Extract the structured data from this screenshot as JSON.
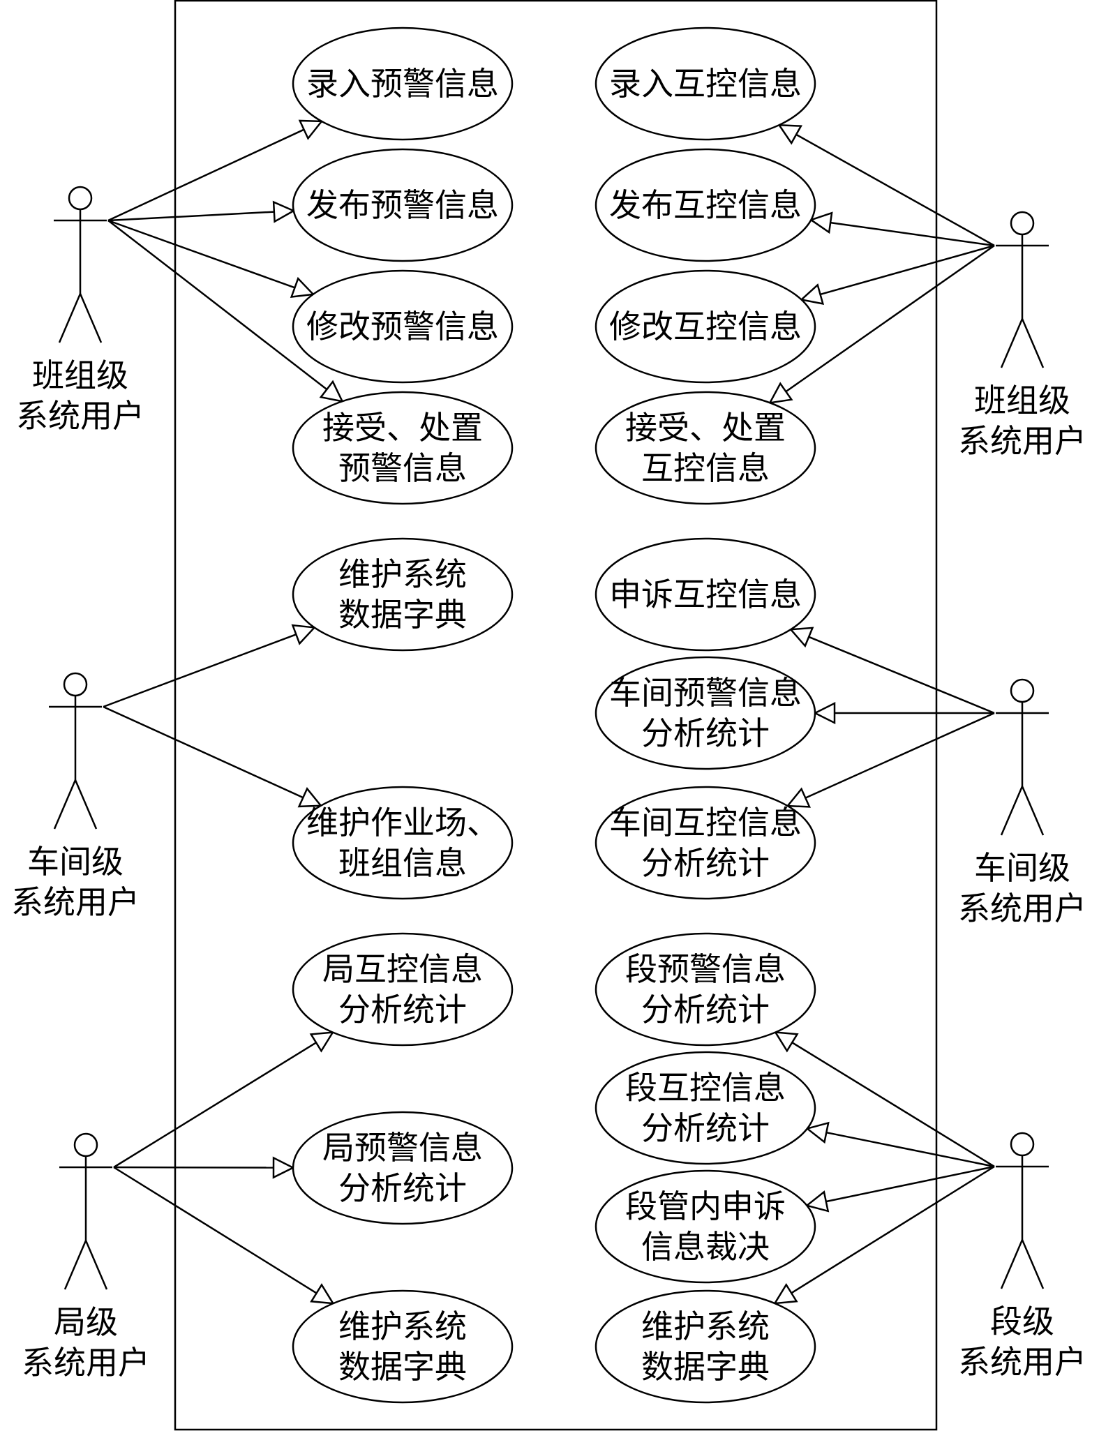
{
  "actors": {
    "banzu_left": {
      "lines": [
        "班组级",
        "系统用户"
      ]
    },
    "chejian_left": {
      "lines": [
        "车间级",
        "系统用户"
      ]
    },
    "ju": {
      "lines": [
        "局级",
        "系统用户"
      ]
    },
    "banzu_right": {
      "lines": [
        "班组级",
        "系统用户"
      ]
    },
    "chejian_right": {
      "lines": [
        "车间级",
        "系统用户"
      ]
    },
    "duan": {
      "lines": [
        "段级",
        "系统用户"
      ]
    }
  },
  "use_cases": {
    "lu_yujing": {
      "lines": [
        "录入预警信息"
      ]
    },
    "fabu_yujing": {
      "lines": [
        "发布预警信息"
      ]
    },
    "xiugai_yujing": {
      "lines": [
        "修改预警信息"
      ]
    },
    "jieshou_yujing": {
      "lines": [
        "接受、处置",
        "预警信息"
      ]
    },
    "weihu_zidian_1": {
      "lines": [
        "维护系统",
        "数据字典"
      ]
    },
    "weihu_zuoye": {
      "lines": [
        "维护作业场、",
        "班组信息"
      ]
    },
    "ju_hukong": {
      "lines": [
        "局互控信息",
        "分析统计"
      ]
    },
    "ju_yujing": {
      "lines": [
        "局预警信息",
        "分析统计"
      ]
    },
    "weihu_zidian_2": {
      "lines": [
        "维护系统",
        "数据字典"
      ]
    },
    "lu_hukong": {
      "lines": [
        "录入互控信息"
      ]
    },
    "fabu_hukong": {
      "lines": [
        "发布互控信息"
      ]
    },
    "xiugai_hukong": {
      "lines": [
        "修改互控信息"
      ]
    },
    "jieshou_hukong": {
      "lines": [
        "接受、处置",
        "互控信息"
      ]
    },
    "shensu_hukong": {
      "lines": [
        "申诉互控信息"
      ]
    },
    "chejian_yujing": {
      "lines": [
        "车间预警信息",
        "分析统计"
      ]
    },
    "chejian_hukong": {
      "lines": [
        "车间互控信息",
        "分析统计"
      ]
    },
    "duan_yujing": {
      "lines": [
        "段预警信息",
        "分析统计"
      ]
    },
    "duan_hukong": {
      "lines": [
        "段互控信息",
        "分析统计"
      ]
    },
    "duan_shensu": {
      "lines": [
        "段管内申诉",
        "信息裁决"
      ]
    },
    "weihu_zidian_3": {
      "lines": [
        "维护系统",
        "数据字典"
      ]
    }
  },
  "associations": [
    {
      "from": "banzu_left",
      "to": "lu_yujing"
    },
    {
      "from": "banzu_left",
      "to": "fabu_yujing"
    },
    {
      "from": "banzu_left",
      "to": "xiugai_yujing"
    },
    {
      "from": "banzu_left",
      "to": "jieshou_yujing"
    },
    {
      "from": "chejian_left",
      "to": "weihu_zidian_1"
    },
    {
      "from": "chejian_left",
      "to": "weihu_zuoye"
    },
    {
      "from": "ju",
      "to": "ju_hukong"
    },
    {
      "from": "ju",
      "to": "ju_yujing"
    },
    {
      "from": "ju",
      "to": "weihu_zidian_2"
    },
    {
      "from": "banzu_right",
      "to": "lu_hukong"
    },
    {
      "from": "banzu_right",
      "to": "fabu_hukong"
    },
    {
      "from": "banzu_right",
      "to": "xiugai_hukong"
    },
    {
      "from": "banzu_right",
      "to": "jieshou_hukong"
    },
    {
      "from": "chejian_right",
      "to": "shensu_hukong"
    },
    {
      "from": "chejian_right",
      "to": "chejian_yujing"
    },
    {
      "from": "chejian_right",
      "to": "chejian_hukong"
    },
    {
      "from": "duan",
      "to": "duan_yujing"
    },
    {
      "from": "duan",
      "to": "duan_hukong"
    },
    {
      "from": "duan",
      "to": "duan_shensu"
    },
    {
      "from": "duan",
      "to": "weihu_zidian_3"
    }
  ]
}
